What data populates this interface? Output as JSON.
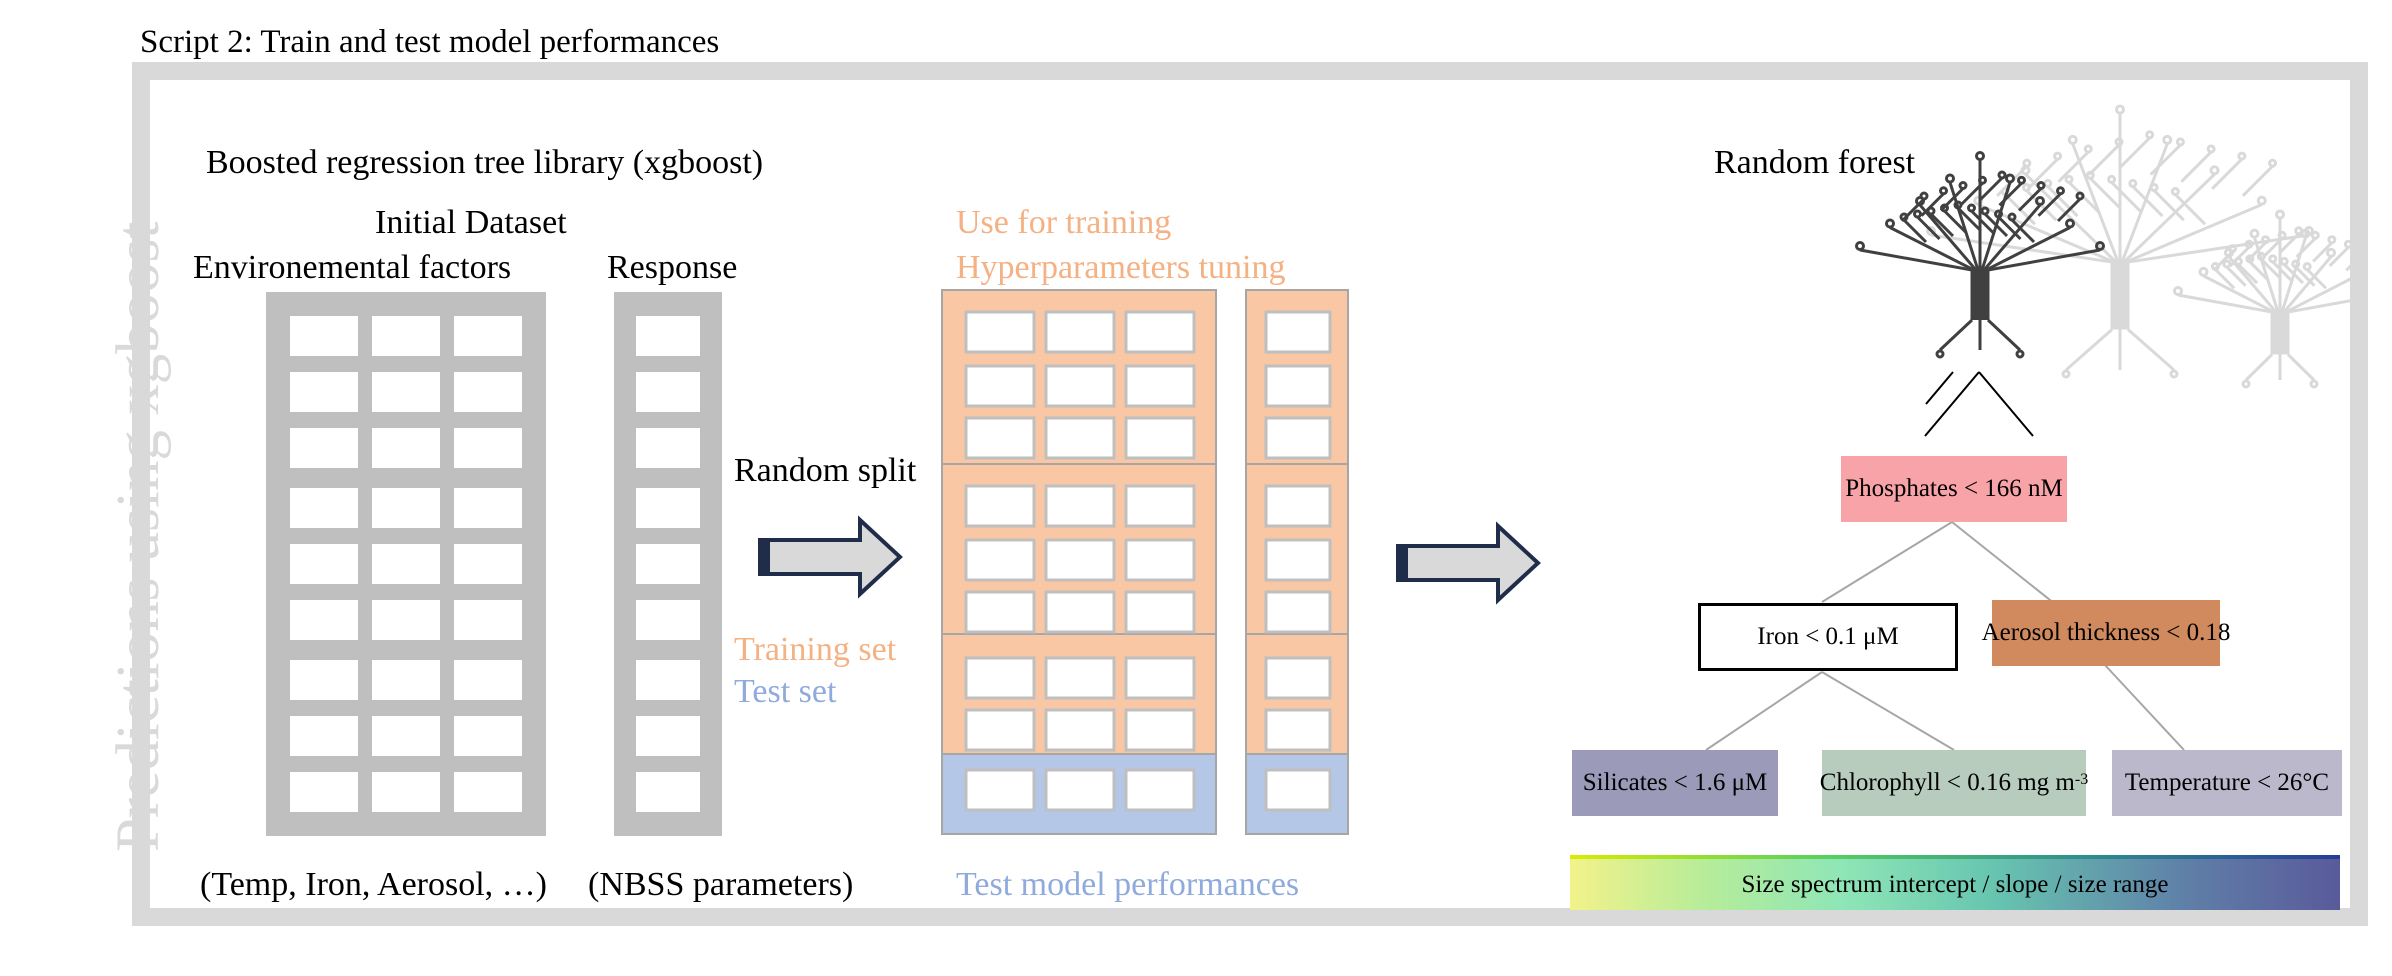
{
  "page_title": "Script 2: Train and test model performances",
  "side_title": "Predictions using xgboost",
  "left_panel": {
    "heading": "Boosted regression tree library (xgboost)",
    "dataset_title": "Initial Dataset",
    "env_label": "Environemental factors",
    "response_label": "Response",
    "env_footer": "(Temp, Iron, Aerosol, …)",
    "response_footer": "(NBSS parameters)",
    "split_label": "Random split",
    "training_set_label": "Training set",
    "test_set_label": "Test set"
  },
  "middle_panel": {
    "training_use": "Use for training",
    "tuning": "Hyperparameters tuning",
    "test_perf": "Test model performances"
  },
  "right_panel": {
    "heading": "Random forest",
    "nodes": {
      "root": "Phosphates < 166 nM",
      "iron": "Iron < 0.1 μM",
      "aerosol": "Aerosol thickness < 0.18",
      "silicates": "Silicates < 1.6 μM",
      "chlorophyll": "Chlorophyll < 0.16 mg m",
      "chlorophyll_sup": "-3",
      "temperature": "Temperature < 26°C"
    },
    "legend": "Size spectrum intercept / slope / size range"
  },
  "colors": {
    "frame": "#d9d9d9",
    "grid_gray": "#bfbfbf",
    "train_orange": "#f9c7a3",
    "test_blue": "#b4c7e7",
    "orange_text": "#f4b183",
    "blue_text": "#8faadc",
    "arrow_outline": "#1f2d4a",
    "arrow_fill": "#d9d9d9",
    "root_node": "#f8a3a8",
    "aerosol_node": "#d08a5e",
    "silicates_node": "#9b9ab8",
    "chlorophyll_node": "#b7ccbc",
    "temperature_node": "#bcb8cc"
  }
}
